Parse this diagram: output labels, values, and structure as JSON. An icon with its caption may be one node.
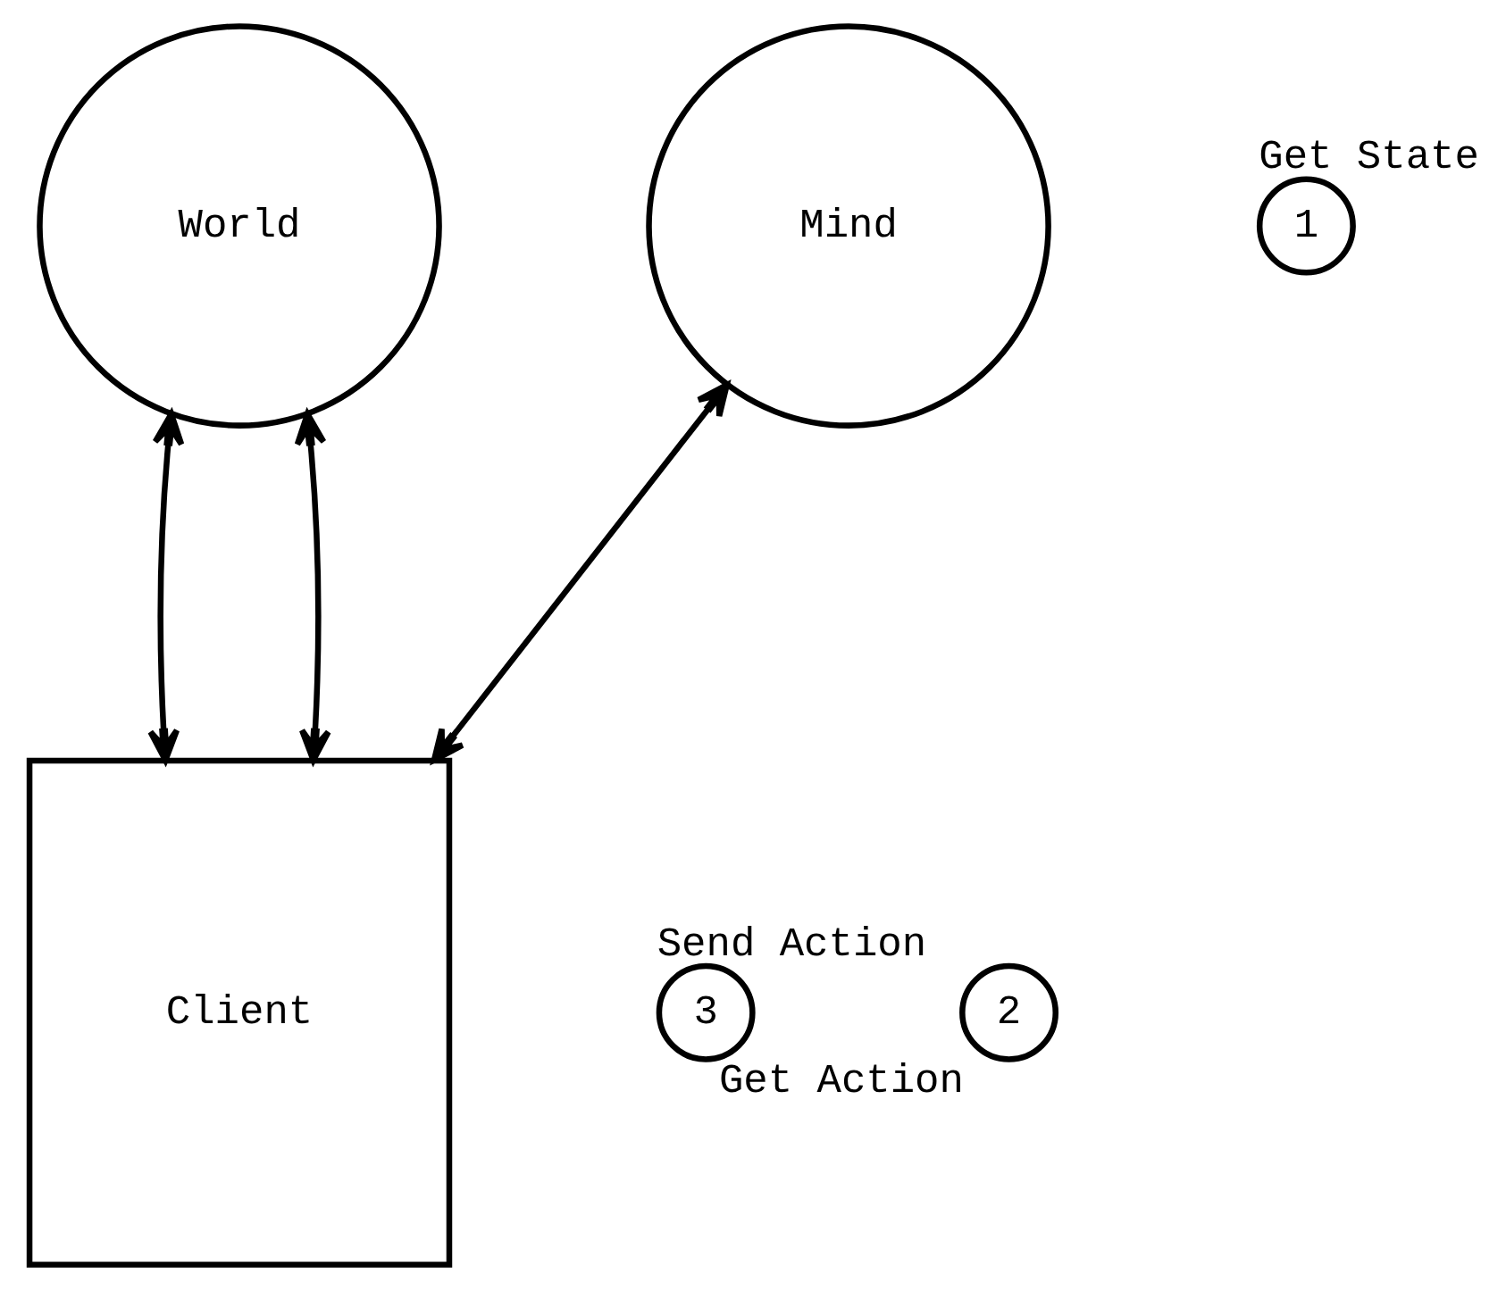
{
  "diagram": {
    "nodes": [
      {
        "text": [
          "World"
        ]
      },
      {
        "text": [
          "1"
        ],
        "beside": [
          "Get State"
        ]
      },
      {
        "text": [
          "Mind"
        ]
      },
      {
        "text": [
          "3"
        ],
        "beside": [
          "Send Action"
        ]
      },
      {
        "text": [
          "Client"
        ]
      },
      {
        "text": [
          "2"
        ],
        "beside": [
          "Get Action"
        ]
      }
    ],
    "edges": [
      {
        "from": 0,
        "to": 4,
        "arrow": "both"
      },
      {
        "from": 2,
        "to": 4,
        "arrow": "both"
      },
      {
        "from": 0,
        "to": 4,
        "arrow": "both"
      }
    ]
  }
}
